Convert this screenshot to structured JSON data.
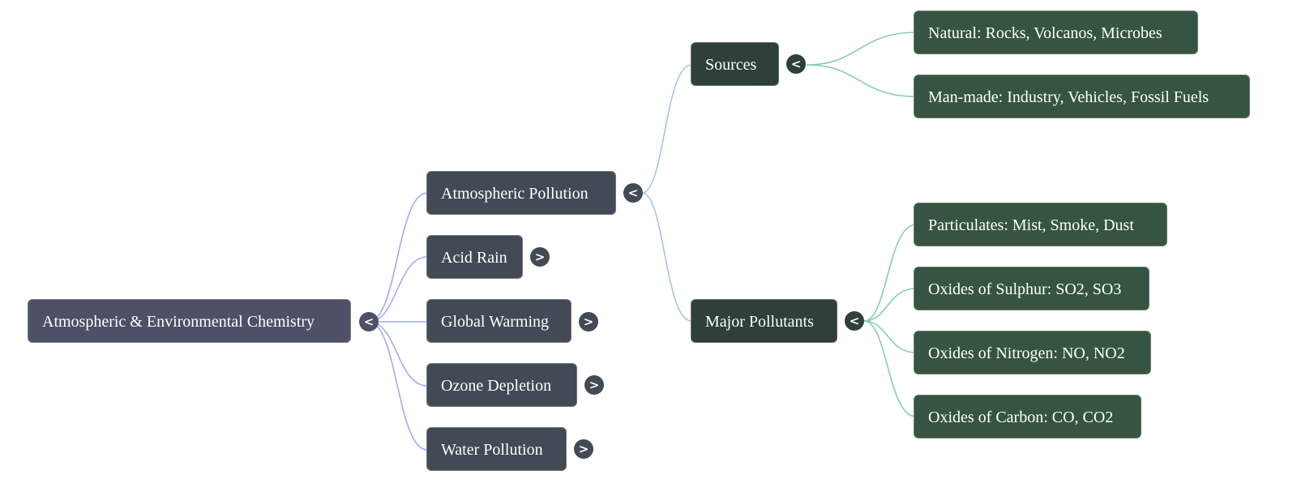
{
  "mindmap": {
    "root": {
      "label": "Atmospheric & Environmental Chemistry",
      "toggle": "<",
      "expanded": true
    },
    "branches": [
      {
        "label": "Atmospheric Pollution",
        "toggle": "<",
        "expanded": true,
        "children": [
          {
            "label": "Sources",
            "toggle": "<",
            "expanded": true,
            "children": [
              {
                "label": "Natural: Rocks, Volcanos, Microbes"
              },
              {
                "label": "Man-made: Industry, Vehicles, Fossil Fuels"
              }
            ]
          },
          {
            "label": "Major Pollutants",
            "toggle": "<",
            "expanded": true,
            "children": [
              {
                "label": "Particulates: Mist, Smoke, Dust"
              },
              {
                "label": "Oxides of Sulphur: SO2, SO3"
              },
              {
                "label": "Oxides of Nitrogen: NO, NO2"
              },
              {
                "label": "Oxides of Carbon: CO, CO2"
              }
            ]
          }
        ]
      },
      {
        "label": "Acid Rain",
        "toggle": ">",
        "expanded": false
      },
      {
        "label": "Global Warming",
        "toggle": ">",
        "expanded": false
      },
      {
        "label": "Ozone Depletion",
        "toggle": ">",
        "expanded": false
      },
      {
        "label": "Water Pollution",
        "toggle": ">",
        "expanded": false
      }
    ]
  },
  "colors": {
    "root_node": "#4e5068",
    "level1_node": "#434a55",
    "level2_node": "#2f403b",
    "level3_node": "#355542",
    "edge_root": "#a3aaf5",
    "edge_level1": "#a9c4e6",
    "edge_level2": "#86cdb5",
    "text": "#ffffff"
  }
}
